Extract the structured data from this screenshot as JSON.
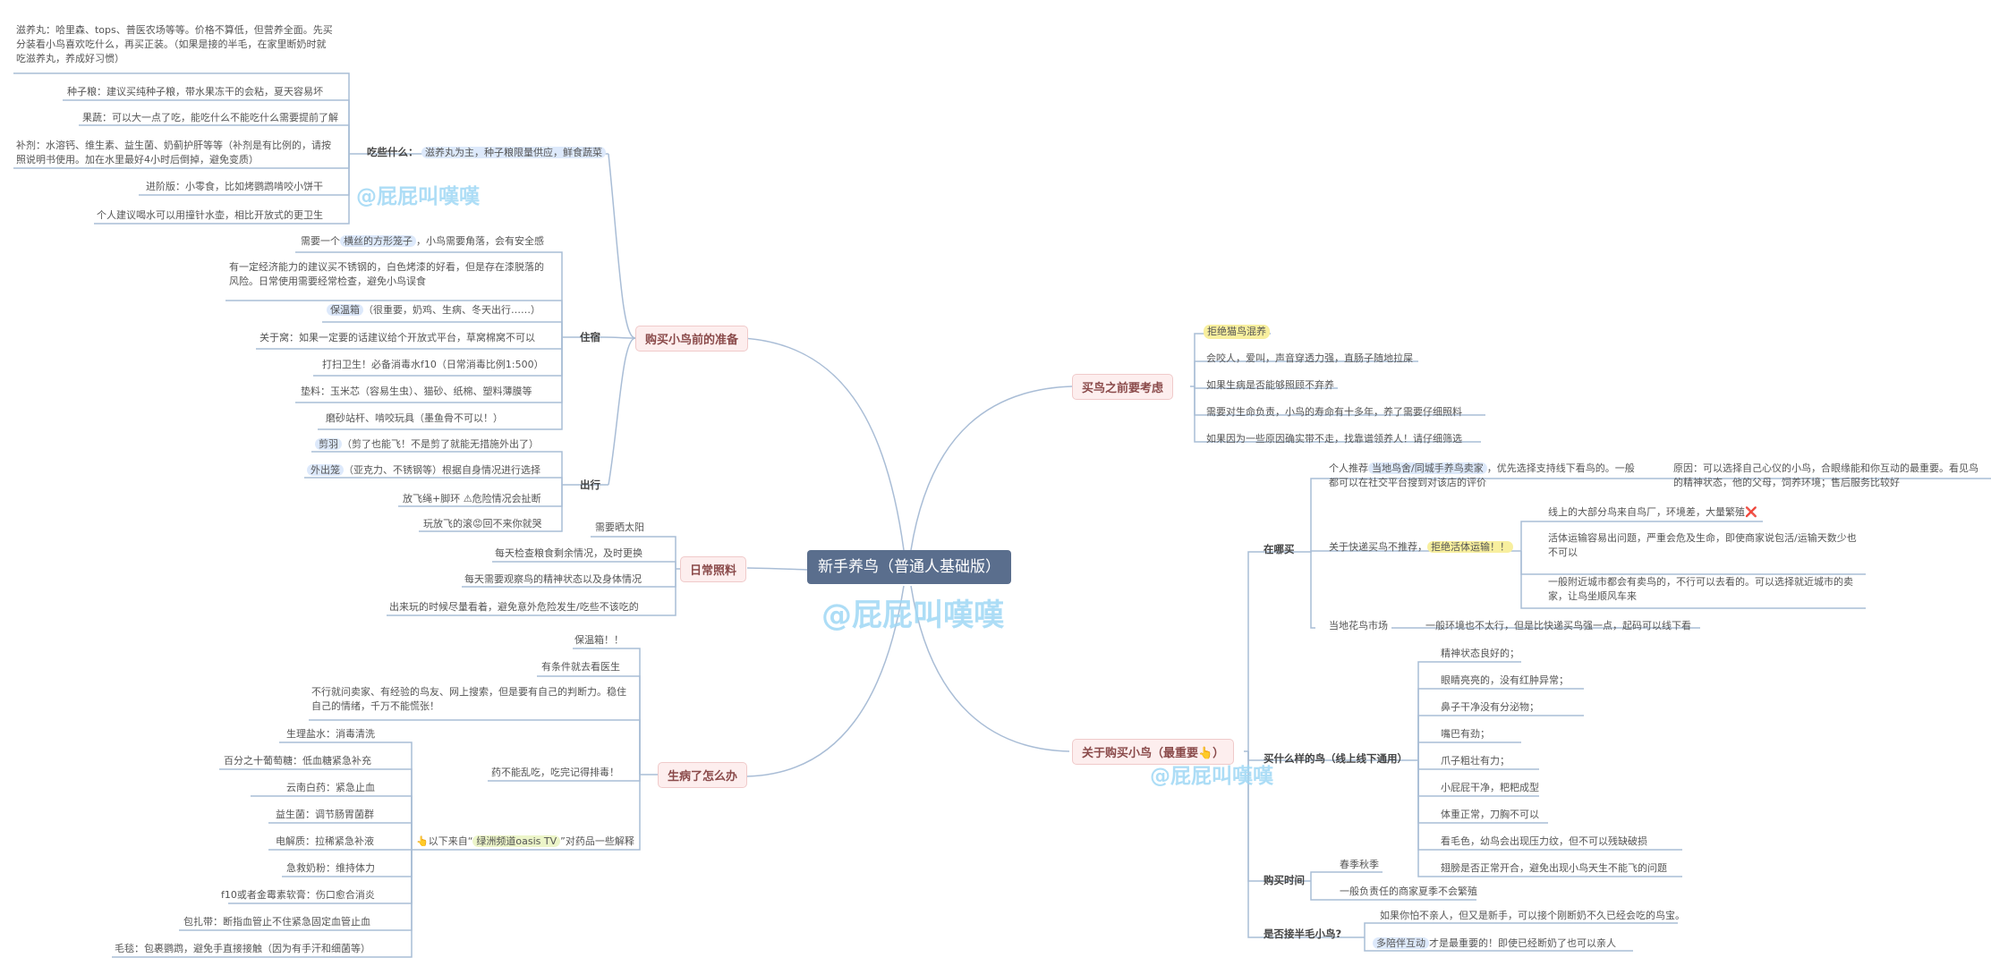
{
  "root": "新手养鸟（普通人基础版）",
  "watermark": "@屁屁叫嘆嘆",
  "colors": {
    "root_bg": "#5a6e8d",
    "branch_bg": "#fdeeee",
    "line": "#a9bdd6",
    "highlight_blue": "#dde9fb",
    "highlight_yellow": "#f8ef9e"
  },
  "left": {
    "prep": {
      "title": "购买小鸟前的准备",
      "eat": {
        "label": "吃些什么：",
        "summary": "滋养丸为主，种子粮限量供应，鲜食蔬菜",
        "items": [
          "滋养丸：哈里森、tops、普医农场等等。价格不算低，但营养全面。先买分装看小鸟喜欢吃什么，再买正装。（如果是接的半毛，在家里断奶时就吃滋养丸，养成好习惯）",
          "种子粮：建议买纯种子粮，带水果冻干的会粘，夏天容易坏",
          "果蔬：可以大一点了吃，能吃什么不能吃什么需要提前了解",
          "补剂：水溶钙、维生素、益生菌、奶蓟护肝等等（补剂是有比例的，请按照说明书使用。加在水里最好4小时后倒掉，避免变质）",
          "进阶版：小零食，比如烤鹦鹉啃咬小饼干",
          "个人建议喝水可以用撞针水壶，相比开放式的更卫生"
        ]
      },
      "live": {
        "label": "住宿",
        "items": [
          {
            "pre": "需要一个",
            "hl": "横丝的方形笼子",
            "post": "，小鸟需要角落，会有安全感"
          },
          {
            "pre": "有一定经济能力的建议买不锈钢的，白色烤漆的好看，但是存在漆脱落的风险。日常使用需要经常检查，避免小鸟误食",
            "hl": "",
            "post": ""
          },
          {
            "pre": "",
            "hl": "保温箱",
            "post": "（很重要，奶鸡、生病、冬天出行……）"
          },
          {
            "pre": "关于窝：如果一定要的话建议给个开放式平台，草窝棉窝不可以",
            "hl": "",
            "post": ""
          },
          {
            "pre": "打扫卫生！必备消毒水f10（日常消毒比例1:500）",
            "hl": "",
            "post": ""
          },
          {
            "pre": "垫料：玉米芯（容易生虫）、猫砂、纸棉、塑料薄膜等",
            "hl": "",
            "post": ""
          },
          {
            "pre": "磨砂站杆、啃咬玩具（墨鱼骨不可以！）",
            "hl": "",
            "post": ""
          }
        ]
      },
      "out": {
        "label": "出行",
        "items": [
          {
            "hl": "剪羽",
            "post": "（剪了也能飞！不是剪了就能无措施外出了）"
          },
          {
            "hl": "外出笼",
            "post": "（亚克力、不锈钢等）根据自身情况进行选择"
          },
          {
            "hl": "",
            "post": "放飞绳+脚环 ⚠危险情况会扯断"
          },
          {
            "hl": "",
            "post": "玩放飞的滚😡回不来你就哭"
          }
        ]
      }
    },
    "daily": {
      "title": "日常照料",
      "items": [
        "需要晒太阳",
        "每天检查粮食剩余情况，及时更换",
        "每天需要观察鸟的精神状态以及身体情况",
        "出来玩的时候尽量看着，避免意外危险发生/吃些不该吃的"
      ]
    },
    "sick": {
      "title": "生病了怎么办",
      "top_items": [
        "保温箱！！",
        "有条件就去看医生",
        "不行就问卖家、有经验的鸟友、网上搜索，但是要有自己的判断力。稳住自己的情绪，千万不能慌张！",
        "药不能乱吃，吃完记得排毒！"
      ],
      "med_label": {
        "pre": "👆以下来自“",
        "hl": "绿洲频道oasis TV",
        "post": "”对药品一些解释"
      },
      "meds": [
        "生理盐水：消毒清洗",
        "百分之十葡萄糖：低血糖紧急补充",
        "云南白药：紧急止血",
        "益生菌：调节肠胃菌群",
        "电解质：拉稀紧急补液",
        "急救奶粉：维持体力",
        "f10或者金霉素软膏：伤口愈合消炎",
        "包扎带：断指血管止不住紧急固定血管止血",
        "毛毯：包裹鹦鹉，避免手直接接触（因为有手汗和细菌等）"
      ]
    }
  },
  "right": {
    "consider": {
      "title": "买鸟之前要考虑",
      "items": [
        "拒绝猫鸟混养",
        "会咬人，爱叫，声音穿透力强，直肠子随地拉屎",
        "如果生病是否能够照顾不弃养",
        "需要对生命负责，小鸟的寿命有十多年，养了需要仔细照料",
        "如果因为一些原因确实带不走，找靠谱领养人！请仔细筛选"
      ]
    },
    "buy": {
      "title": "关于购买小鸟（最重要👆）",
      "where": {
        "label": "在哪买",
        "local": {
          "pre": "个人推荐",
          "hl": "当地鸟舍/同城手养鸟卖家",
          "post": "，优先选择支持线下看鸟的。一般都可以在社交平台搜到对该店的评价"
        },
        "reason": "原因：可以选择自己心仪的小鸟，合眼缘能和你互动的最重要。看见鸟的精神状态，他的父母，饲养环境；售后服务比较好",
        "express": {
          "pre": "关于快递买鸟不推荐，",
          "hl": "拒绝活体运输！！",
          "post": ""
        },
        "express_items": [
          "线上的大部分鸟来自鸟厂，环境差，大量繁殖❌",
          "活体运输容易出问题，严重会危及生命，即使商家说包活/运输天数少也不可以",
          "一般附近城市都会有卖鸟的，不行可以去看的。可以选择就近城市的卖家，让鸟坐顺风车来"
        ],
        "market": "当地花鸟市场",
        "market_note": "一般环境也不太行，但是比快递买鸟强一点，起码可以线下看"
      },
      "what": {
        "label": "买什么样的鸟（线上线下通用）",
        "items": [
          "精神状态良好的；",
          "眼睛亮亮的，没有红肿异常；",
          "鼻子干净没有分泌物；",
          "嘴巴有劲；",
          "爪子粗壮有力；",
          "小屁屁干净，粑粑成型",
          "体重正常，刀胸不可以",
          "看毛色，幼鸟会出现压力纹，但不可以残缺破损",
          "翅膀是否正常开合，避免出现小鸟天生不能飞的问题"
        ]
      },
      "when": {
        "label": "购买时间",
        "items": [
          "春季秋季",
          "一般负责任的商家夏季不会繁殖"
        ]
      },
      "half": {
        "label": "是否接半毛小鸟?",
        "items": [
          {
            "hl": "",
            "text": "如果你怕不亲人，但又是新手，可以接个刚断奶不久已经会吃的鸟宝。"
          },
          {
            "hl": "多陪伴互动",
            "text": "才是最重要的！即使已经断奶了也可以亲人"
          }
        ]
      }
    }
  }
}
